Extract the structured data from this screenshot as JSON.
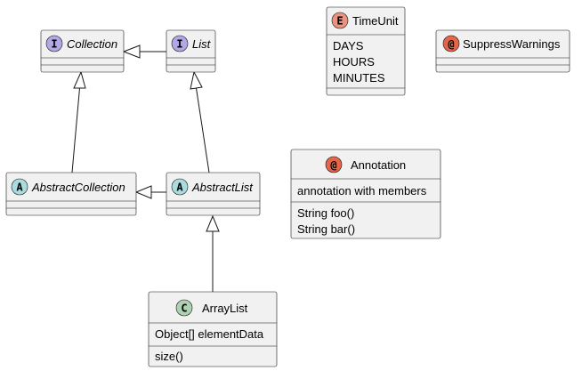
{
  "diagram": {
    "classes": {
      "collection": {
        "name": "Collection",
        "kind": "interface",
        "glyph": "I",
        "color": "#B4A7E5"
      },
      "list": {
        "name": "List",
        "kind": "interface",
        "glyph": "I",
        "color": "#B4A7E5"
      },
      "abstract_collection": {
        "name": "AbstractCollection",
        "kind": "abstract",
        "glyph": "A",
        "color": "#A9DCDF"
      },
      "abstract_list": {
        "name": "AbstractList",
        "kind": "abstract",
        "glyph": "A",
        "color": "#A9DCDF"
      },
      "array_list": {
        "name": "ArrayList",
        "kind": "class",
        "glyph": "C",
        "color": "#ADD1B2",
        "fields": [
          "Object[] elementData"
        ],
        "methods": [
          "size()"
        ]
      },
      "time_unit": {
        "name": "TimeUnit",
        "kind": "enum",
        "glyph": "E",
        "color": "#EB937F",
        "values": [
          "DAYS",
          "HOURS",
          "MINUTES"
        ]
      },
      "suppress_warnings": {
        "name": "SuppressWarnings",
        "kind": "annotation",
        "glyph": "@",
        "color": "#E3664A"
      },
      "annotation": {
        "name": "Annotation",
        "kind": "annotation",
        "glyph": "@",
        "color": "#E3664A",
        "fields": [
          "annotation with members"
        ],
        "methods": [
          "String foo()",
          "String bar()"
        ]
      }
    },
    "relations": [
      {
        "from": "List",
        "to": "Collection",
        "type": "extends"
      },
      {
        "from": "AbstractCollection",
        "to": "Collection",
        "type": "implements"
      },
      {
        "from": "AbstractList",
        "to": "List",
        "type": "implements"
      },
      {
        "from": "AbstractList",
        "to": "AbstractCollection",
        "type": "extends"
      },
      {
        "from": "ArrayList",
        "to": "AbstractList",
        "type": "extends"
      }
    ]
  }
}
